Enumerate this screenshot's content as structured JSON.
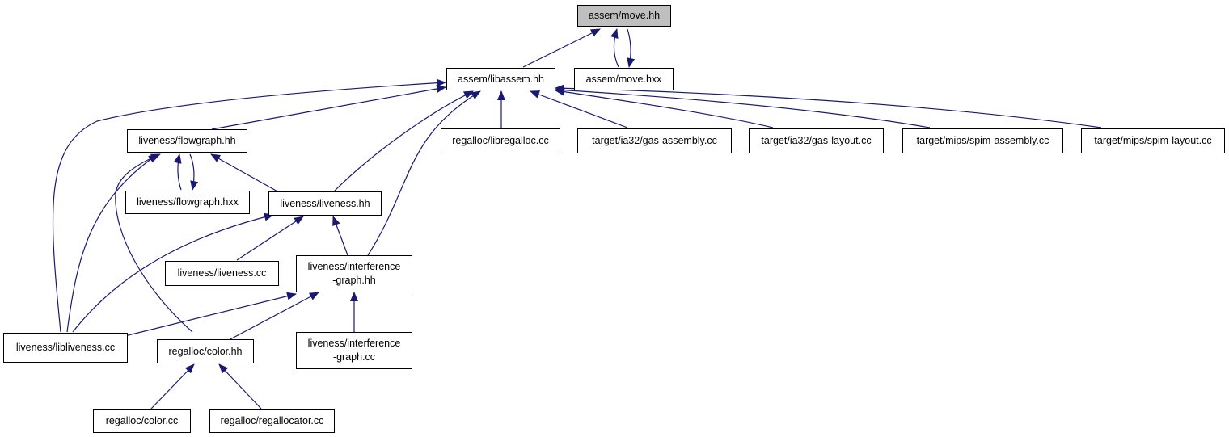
{
  "colors": {
    "edge": "#191970",
    "node_border": "#000000",
    "node_fill": "#ffffff",
    "current_fill": "#bfbfbf"
  },
  "nodes": {
    "move_hh": "assem/move.hh",
    "libassem_hh": "assem/libassem.hh",
    "move_hxx": "assem/move.hxx",
    "flowgraph_hh": "liveness/flowgraph.hh",
    "libregalloc_cc": "regalloc/libregalloc.cc",
    "ia32_gas_assembly_cc": "target/ia32/gas-assembly.cc",
    "ia32_gas_layout_cc": "target/ia32/gas-layout.cc",
    "mips_spim_assembly_cc": "target/mips/spim-assembly.cc",
    "mips_spim_layout_cc": "target/mips/spim-layout.cc",
    "flowgraph_hxx": "liveness/flowgraph.hxx",
    "liveness_hh": "liveness/liveness.hh",
    "liveness_cc": "liveness/liveness.cc",
    "interference_graph_hh": "liveness/interference\n-graph.hh",
    "libliveness_cc": "liveness/libliveness.cc",
    "color_hh": "regalloc/color.hh",
    "interference_graph_cc": "liveness/interference\n-graph.cc",
    "color_cc": "regalloc/color.cc",
    "regallocator_cc": "regalloc/regallocator.cc"
  }
}
